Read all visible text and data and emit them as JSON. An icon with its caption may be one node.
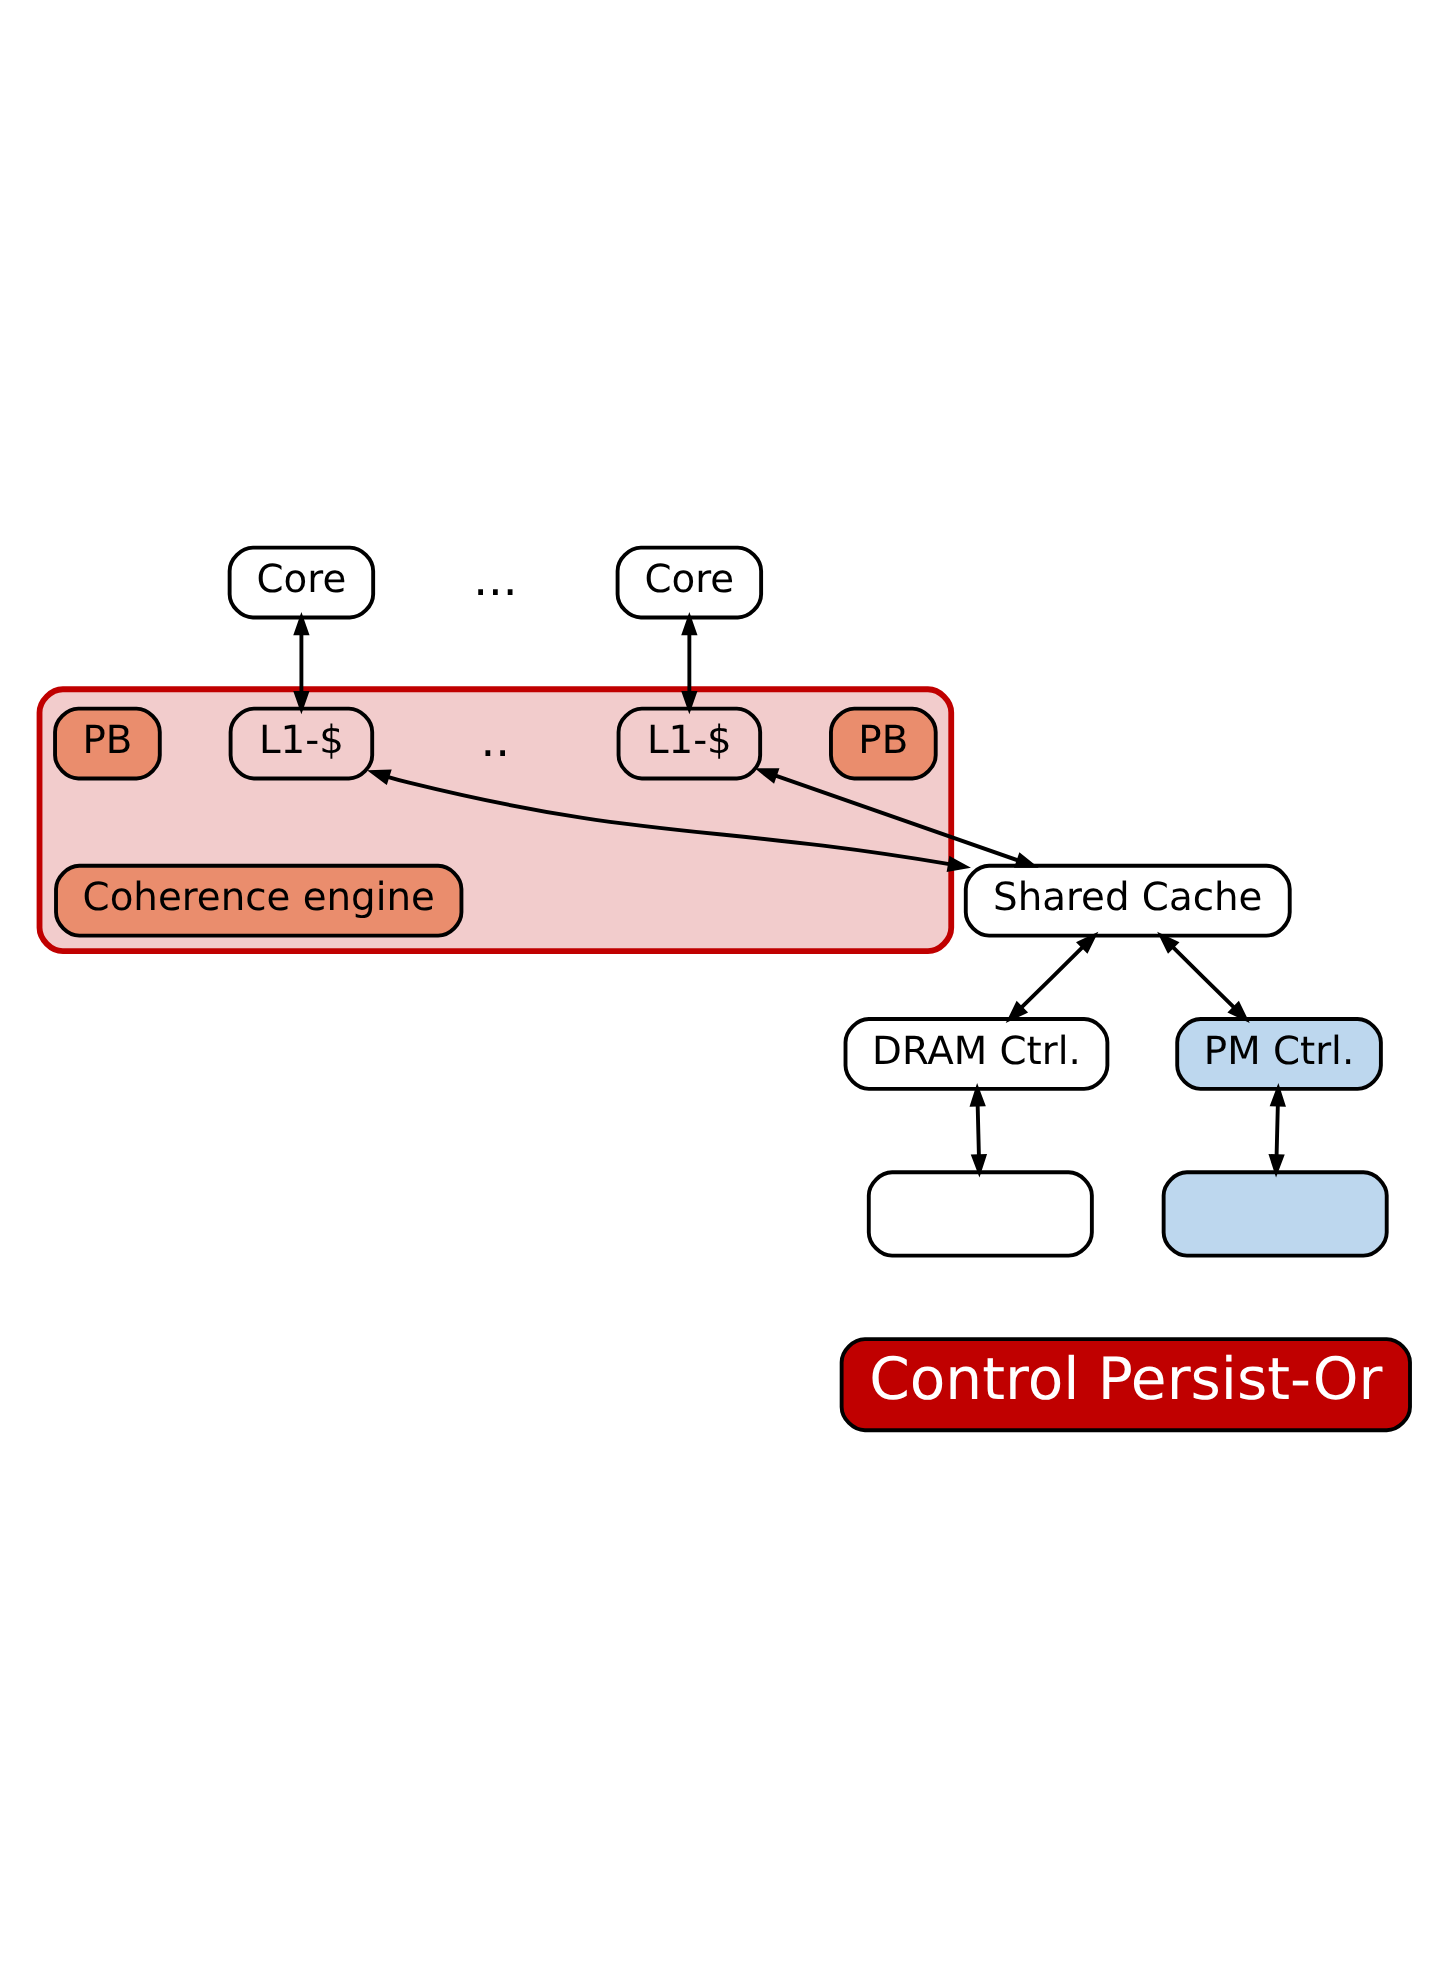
{
  "diagram": {
    "nodes": [
      {
        "text": [
          "Core"
        ]
      },
      {
        "text": [
          "Core"
        ]
      },
      {
        "text": [],
        "shape": "box"
      },
      {
        "text": [
          "L1-$"
        ],
        "in": 2
      },
      {
        "text": [
          "PB"
        ],
        "in": 2
      },
      {
        "text": [
          "L1-$"
        ],
        "in": 2
      },
      {
        "text": [
          "PB"
        ],
        "in": 2
      },
      {
        "text": [
          "Coherence engine"
        ],
        "in": 2
      },
      {
        "text": [
          "Shared Cache"
        ]
      },
      {
        "text": [
          "DRAM Ctrl."
        ]
      },
      {
        "text": [
          "PM Ctrl."
        ]
      },
      {
        "text": [],
        "shape": "box"
      },
      {
        "text": [],
        "shape": "box"
      },
      {
        "text": [
          "Control Persist-Or"
        ]
      }
    ],
    "edges": [
      {
        "from": 0,
        "to": 3,
        "arrow": "both"
      },
      {
        "from": 1,
        "to": 5,
        "arrow": "both"
      },
      {
        "from": 3,
        "to": 8,
        "arrow": "both"
      },
      {
        "from": 5,
        "to": 8,
        "arrow": "both"
      },
      {
        "from": 8,
        "to": 9,
        "arrow": "both"
      },
      {
        "from": 8,
        "to": 10,
        "arrow": "both"
      },
      {
        "from": 9,
        "to": 11,
        "arrow": "both"
      },
      {
        "from": 10,
        "to": 12,
        "arrow": "both"
      }
    ],
    "labels": [
      "...",
      ".."
    ]
  }
}
